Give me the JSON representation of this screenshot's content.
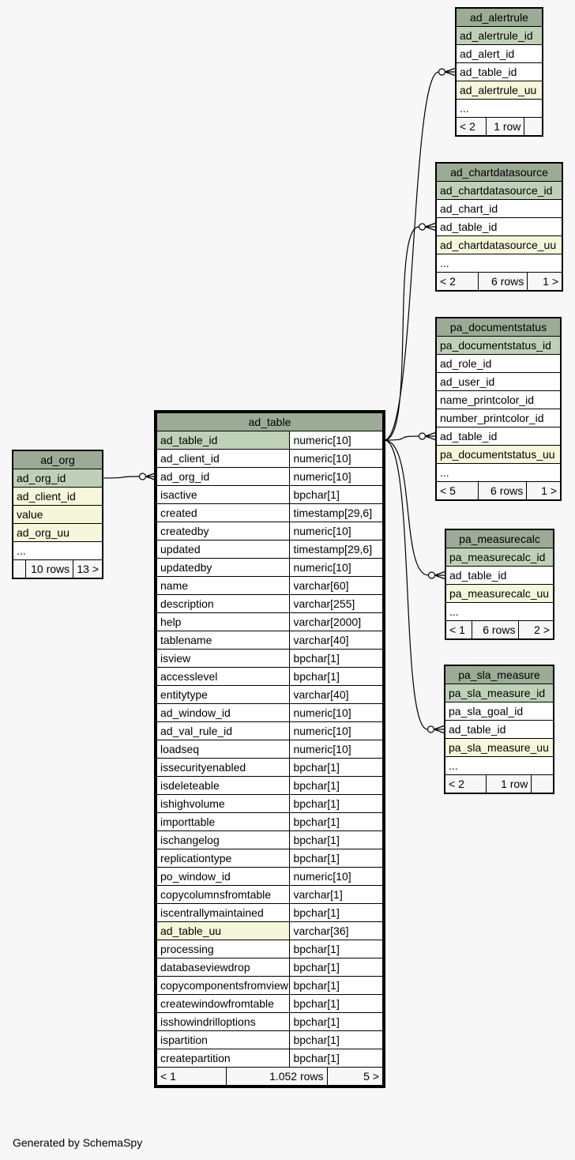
{
  "footer_text": "Generated by SchemaSpy",
  "tables": {
    "ad_alertrule": {
      "name": "ad_alertrule",
      "columns": [
        {
          "name": "ad_alertrule_id",
          "kind": "pk"
        },
        {
          "name": "ad_alert_id",
          "kind": ""
        },
        {
          "name": "ad_table_id",
          "kind": ""
        },
        {
          "name": "ad_alertrule_uu",
          "kind": "uk"
        },
        {
          "name": "...",
          "kind": ""
        }
      ],
      "footer": [
        "< 2",
        "1 row",
        ""
      ]
    },
    "ad_chartdatasource": {
      "name": "ad_chartdatasource",
      "columns": [
        {
          "name": "ad_chartdatasource_id",
          "kind": "pk"
        },
        {
          "name": "ad_chart_id",
          "kind": ""
        },
        {
          "name": "ad_table_id",
          "kind": ""
        },
        {
          "name": "ad_chartdatasource_uu",
          "kind": "uk"
        },
        {
          "name": "...",
          "kind": ""
        }
      ],
      "footer": [
        "< 2",
        "6 rows",
        "1 >"
      ]
    },
    "pa_documentstatus": {
      "name": "pa_documentstatus",
      "columns": [
        {
          "name": "pa_documentstatus_id",
          "kind": "pk"
        },
        {
          "name": "ad_role_id",
          "kind": ""
        },
        {
          "name": "ad_user_id",
          "kind": ""
        },
        {
          "name": "name_printcolor_id",
          "kind": ""
        },
        {
          "name": "number_printcolor_id",
          "kind": ""
        },
        {
          "name": "ad_table_id",
          "kind": ""
        },
        {
          "name": "pa_documentstatus_uu",
          "kind": "uk"
        },
        {
          "name": "...",
          "kind": ""
        }
      ],
      "footer": [
        "< 5",
        "6 rows",
        "1 >"
      ]
    },
    "pa_measurecalc": {
      "name": "pa_measurecalc",
      "columns": [
        {
          "name": "pa_measurecalc_id",
          "kind": "pk"
        },
        {
          "name": "ad_table_id",
          "kind": ""
        },
        {
          "name": "pa_measurecalc_uu",
          "kind": "uk"
        },
        {
          "name": "...",
          "kind": ""
        }
      ],
      "footer": [
        "< 1",
        "6 rows",
        "2 >"
      ]
    },
    "pa_sla_measure": {
      "name": "pa_sla_measure",
      "columns": [
        {
          "name": "pa_sla_measure_id",
          "kind": "pk"
        },
        {
          "name": "pa_sla_goal_id",
          "kind": ""
        },
        {
          "name": "ad_table_id",
          "kind": ""
        },
        {
          "name": "pa_sla_measure_uu",
          "kind": "uk"
        },
        {
          "name": "...",
          "kind": ""
        }
      ],
      "footer": [
        "< 2",
        "1 row",
        ""
      ]
    },
    "ad_org": {
      "name": "ad_org",
      "columns": [
        {
          "name": "ad_org_id",
          "kind": "pk"
        },
        {
          "name": "ad_client_id",
          "kind": "uk"
        },
        {
          "name": "value",
          "kind": "uk"
        },
        {
          "name": "ad_org_uu",
          "kind": "uk"
        },
        {
          "name": "...",
          "kind": ""
        }
      ],
      "footer": [
        "",
        "10 rows",
        "13 >"
      ]
    },
    "ad_table": {
      "name": "ad_table",
      "columns": [
        {
          "name": "ad_table_id",
          "type": "numeric[10]",
          "kind": "pk"
        },
        {
          "name": "ad_client_id",
          "type": "numeric[10]",
          "kind": ""
        },
        {
          "name": "ad_org_id",
          "type": "numeric[10]",
          "kind": ""
        },
        {
          "name": "isactive",
          "type": "bpchar[1]",
          "kind": ""
        },
        {
          "name": "created",
          "type": "timestamp[29,6]",
          "kind": ""
        },
        {
          "name": "createdby",
          "type": "numeric[10]",
          "kind": ""
        },
        {
          "name": "updated",
          "type": "timestamp[29,6]",
          "kind": ""
        },
        {
          "name": "updatedby",
          "type": "numeric[10]",
          "kind": ""
        },
        {
          "name": "name",
          "type": "varchar[60]",
          "kind": ""
        },
        {
          "name": "description",
          "type": "varchar[255]",
          "kind": ""
        },
        {
          "name": "help",
          "type": "varchar[2000]",
          "kind": ""
        },
        {
          "name": "tablename",
          "type": "varchar[40]",
          "kind": ""
        },
        {
          "name": "isview",
          "type": "bpchar[1]",
          "kind": ""
        },
        {
          "name": "accesslevel",
          "type": "bpchar[1]",
          "kind": ""
        },
        {
          "name": "entitytype",
          "type": "varchar[40]",
          "kind": ""
        },
        {
          "name": "ad_window_id",
          "type": "numeric[10]",
          "kind": ""
        },
        {
          "name": "ad_val_rule_id",
          "type": "numeric[10]",
          "kind": ""
        },
        {
          "name": "loadseq",
          "type": "numeric[10]",
          "kind": ""
        },
        {
          "name": "issecurityenabled",
          "type": "bpchar[1]",
          "kind": ""
        },
        {
          "name": "isdeleteable",
          "type": "bpchar[1]",
          "kind": ""
        },
        {
          "name": "ishighvolume",
          "type": "bpchar[1]",
          "kind": ""
        },
        {
          "name": "importtable",
          "type": "bpchar[1]",
          "kind": ""
        },
        {
          "name": "ischangelog",
          "type": "bpchar[1]",
          "kind": ""
        },
        {
          "name": "replicationtype",
          "type": "bpchar[1]",
          "kind": ""
        },
        {
          "name": "po_window_id",
          "type": "numeric[10]",
          "kind": ""
        },
        {
          "name": "copycolumnsfromtable",
          "type": "varchar[1]",
          "kind": ""
        },
        {
          "name": "iscentrallymaintained",
          "type": "bpchar[1]",
          "kind": ""
        },
        {
          "name": "ad_table_uu",
          "type": "varchar[36]",
          "kind": "uk"
        },
        {
          "name": "processing",
          "type": "bpchar[1]",
          "kind": ""
        },
        {
          "name": "databaseviewdrop",
          "type": "bpchar[1]",
          "kind": ""
        },
        {
          "name": "copycomponentsfromview",
          "type": "bpchar[1]",
          "kind": ""
        },
        {
          "name": "createwindowfromtable",
          "type": "bpchar[1]",
          "kind": ""
        },
        {
          "name": "isshowindrilloptions",
          "type": "bpchar[1]",
          "kind": ""
        },
        {
          "name": "ispartition",
          "type": "bpchar[1]",
          "kind": ""
        },
        {
          "name": "createpartition",
          "type": "bpchar[1]",
          "kind": ""
        }
      ],
      "footer": [
        "< 1",
        "1.052 rows",
        "5 >"
      ]
    }
  },
  "relationships": [
    {
      "from": "ad_alertrule.ad_table_id",
      "to": "ad_table.ad_table_id"
    },
    {
      "from": "ad_chartdatasource.ad_table_id",
      "to": "ad_table.ad_table_id"
    },
    {
      "from": "pa_documentstatus.ad_table_id",
      "to": "ad_table.ad_table_id"
    },
    {
      "from": "pa_measurecalc.ad_table_id",
      "to": "ad_table.ad_table_id"
    },
    {
      "from": "pa_sla_measure.ad_table_id",
      "to": "ad_table.ad_table_id"
    },
    {
      "from": "ad_table.ad_org_id",
      "to": "ad_org.ad_org_id"
    }
  ]
}
